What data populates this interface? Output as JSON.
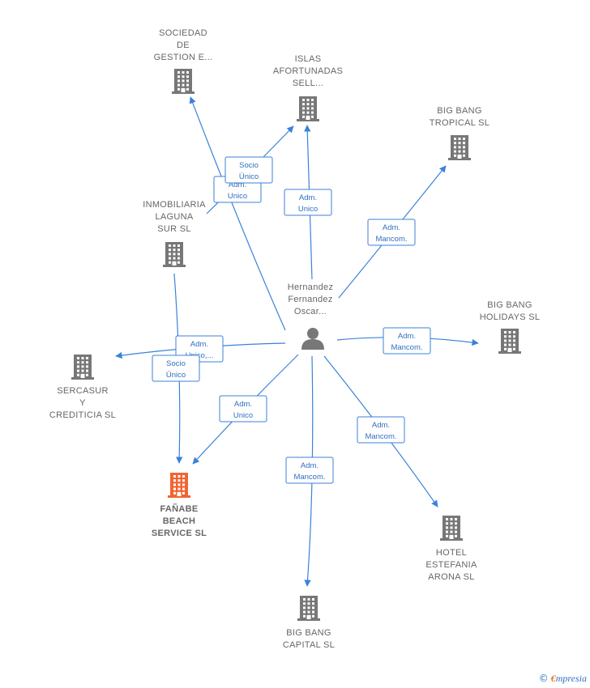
{
  "center": {
    "id": "person",
    "label": [
      "Hernandez",
      "Fernandez",
      "Oscar..."
    ],
    "icon": "person-icon"
  },
  "companies": [
    {
      "id": "sociedad",
      "label": [
        "SOCIEDAD",
        "DE",
        "GESTION E..."
      ],
      "icon": "building-icon",
      "highlight": false
    },
    {
      "id": "islas",
      "label": [
        "ISLAS",
        "AFORTUNADAS",
        "SELL..."
      ],
      "icon": "building-icon",
      "highlight": false
    },
    {
      "id": "tropical",
      "label": [
        "BIG BANG",
        "TROPICAL SL"
      ],
      "icon": "building-icon",
      "highlight": false
    },
    {
      "id": "inmobiliaria",
      "label": [
        "INMOBILIARIA",
        "LAGUNA",
        "SUR SL"
      ],
      "icon": "building-icon",
      "highlight": false
    },
    {
      "id": "holidays",
      "label": [
        "BIG BANG",
        "HOLIDAYS SL"
      ],
      "icon": "building-icon",
      "highlight": false
    },
    {
      "id": "sercasur",
      "label": [
        "SERCASUR",
        "Y",
        "CREDITICIA SL"
      ],
      "icon": "building-icon",
      "highlight": false
    },
    {
      "id": "fanabe",
      "label": [
        "FAÑABE",
        "BEACH",
        "SERVICE SL"
      ],
      "icon": "building-icon",
      "highlight": true
    },
    {
      "id": "estefania",
      "label": [
        "HOTEL",
        "ESTEFANIA",
        "ARONA SL"
      ],
      "icon": "building-icon",
      "highlight": false
    },
    {
      "id": "capital",
      "label": [
        "BIG BANG",
        "CAPITAL SL"
      ],
      "icon": "building-icon",
      "highlight": false
    }
  ],
  "edges": [
    {
      "from": "person",
      "to": "sociedad",
      "badge": [
        "Adm.",
        "Unico"
      ]
    },
    {
      "from": "inmobiliaria",
      "to": "islas",
      "badge": [
        "Socio",
        "Único"
      ]
    },
    {
      "from": "person",
      "to": "islas",
      "badge": [
        "Adm.",
        "Unico"
      ]
    },
    {
      "from": "person",
      "to": "tropical",
      "badge": [
        "Adm.",
        "Mancom."
      ]
    },
    {
      "from": "person",
      "to": "holidays",
      "badge": [
        "Adm.",
        "Mancom."
      ]
    },
    {
      "from": "person",
      "to": "sercasur",
      "badge": [
        "Adm.",
        "Unico,..."
      ]
    },
    {
      "from": "inmobiliaria",
      "to": "fanabe",
      "badge": [
        "Socio",
        "Único"
      ]
    },
    {
      "from": "person",
      "to": "fanabe",
      "badge": [
        "Adm.",
        "Unico"
      ]
    },
    {
      "from": "person",
      "to": "estefania",
      "badge": [
        "Adm.",
        "Mancom."
      ]
    },
    {
      "from": "person",
      "to": "capital",
      "badge": [
        "Adm.",
        "Mancom."
      ]
    }
  ],
  "colors": {
    "edge": "#3b82d9",
    "building": "#777777",
    "highlight": "#f26532",
    "badge_text": "#2f6fc0"
  },
  "footer": {
    "copyright": "©",
    "brand_initial": "€",
    "brand_rest": "mpresia"
  }
}
